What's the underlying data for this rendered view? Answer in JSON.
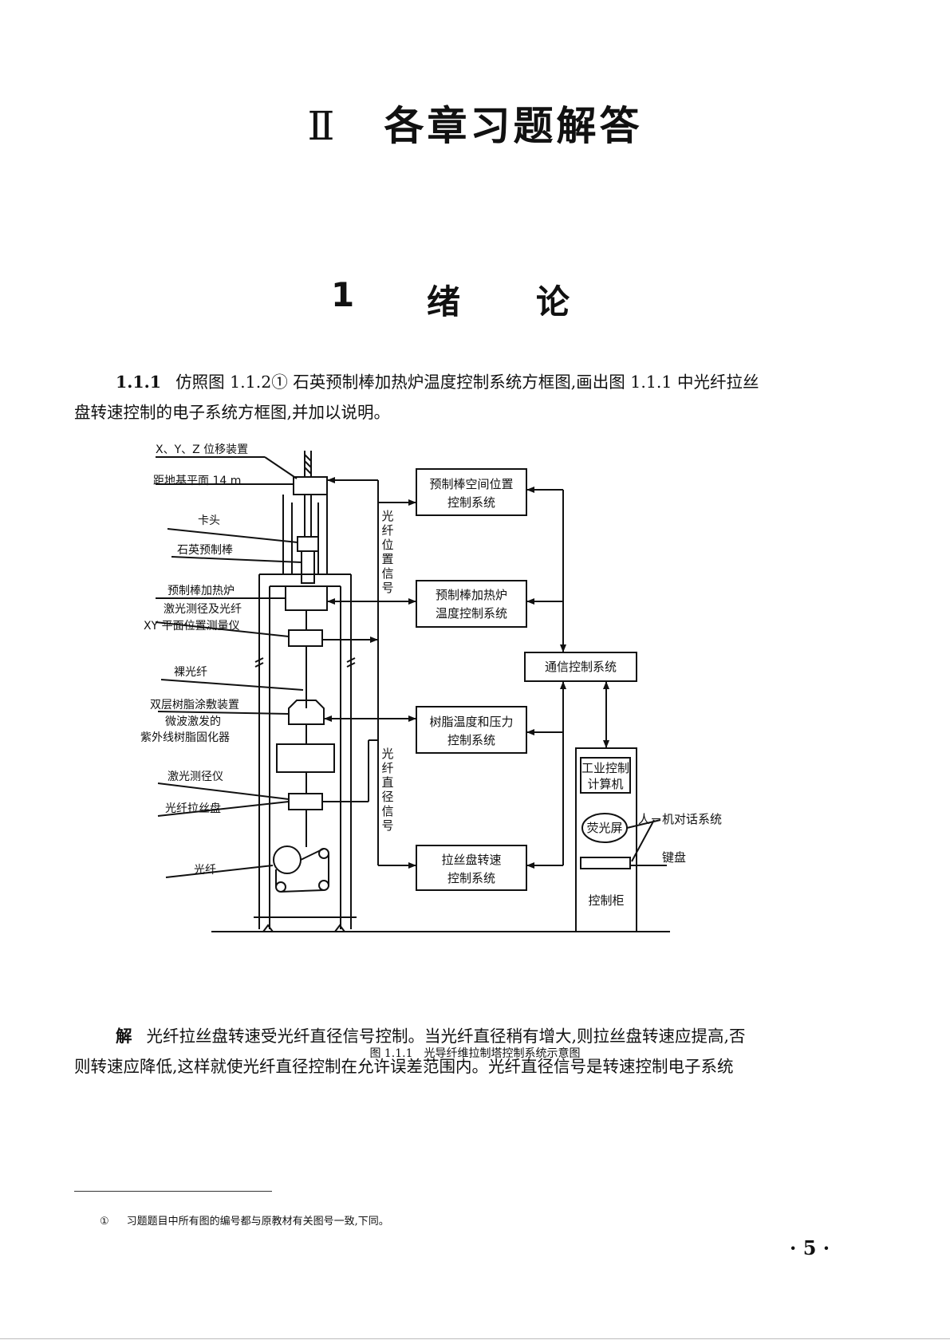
{
  "header": {
    "part_roman": "Ⅱ",
    "part_title": "各章习题解答",
    "chapter_number": "1",
    "chapter_char1": "绪",
    "chapter_char2": "论"
  },
  "problem": {
    "number": "1.1.1",
    "text_line1": "仿照图 1.1.2① 石英预制棒加热炉温度控制系统方框图,画出图 1.1.1 中光纤拉丝",
    "text_line2": "盘转速控制的电子系统方框图,并加以说明。"
  },
  "figure": {
    "labels": {
      "xyz": "X、Y、Z 位移装置",
      "height": "距地基平面 14 m",
      "chuck": "卡头",
      "preform": "石英预制棒",
      "furnace": "预制棒加热炉",
      "laser_xy_1": "激光测径及光纤",
      "laser_xy_2": "XY 平面位置测量仪",
      "bare_fiber": "裸光纤",
      "coating": "双层树脂涂敷装置",
      "uv_1": "微波激发的",
      "uv_2": "紫外线树脂固化器",
      "gauge": "激光测径仪",
      "drum": "光纤拉丝盘",
      "fiber": "光纤"
    },
    "signals": {
      "position": [
        "光",
        "纤",
        "位",
        "置",
        "信",
        "号"
      ],
      "diameter": [
        "光",
        "纤",
        "直",
        "径",
        "信",
        "号"
      ]
    },
    "boxes": {
      "position_l1": "预制棒空间位置",
      "position_l2": "控制系统",
      "temp_l1": "预制棒加热炉",
      "temp_l2": "温度控制系统",
      "comm": "通信控制系统",
      "resin_l1": "树脂温度和压力",
      "resin_l2": "控制系统",
      "speed_l1": "拉丝盘转速",
      "speed_l2": "控制系统"
    },
    "cabinet": {
      "computer_l1": "工业控制",
      "computer_l2": "计算机",
      "screen": "荧光屏",
      "cabinet_label": "控制柜",
      "hmi": "人－机对话系统",
      "keyboard": "键盘"
    },
    "caption": "图 1.1.1　光导纤维拉制塔控制系统示意图"
  },
  "solution": {
    "label": "解",
    "text_line1": "光纤拉丝盘转速受光纤直径信号控制。当光纤直径稍有增大,则拉丝盘转速应提高,否",
    "text_line2": "则转速应降低,这样就使光纤直径控制在允许误差范围内。光纤直径信号是转速控制电子系统"
  },
  "footnote": {
    "mark": "①",
    "text": "习题题目中所有图的编号都与原教材有关图号一致,下同。"
  },
  "page_number": "· 5 ·"
}
